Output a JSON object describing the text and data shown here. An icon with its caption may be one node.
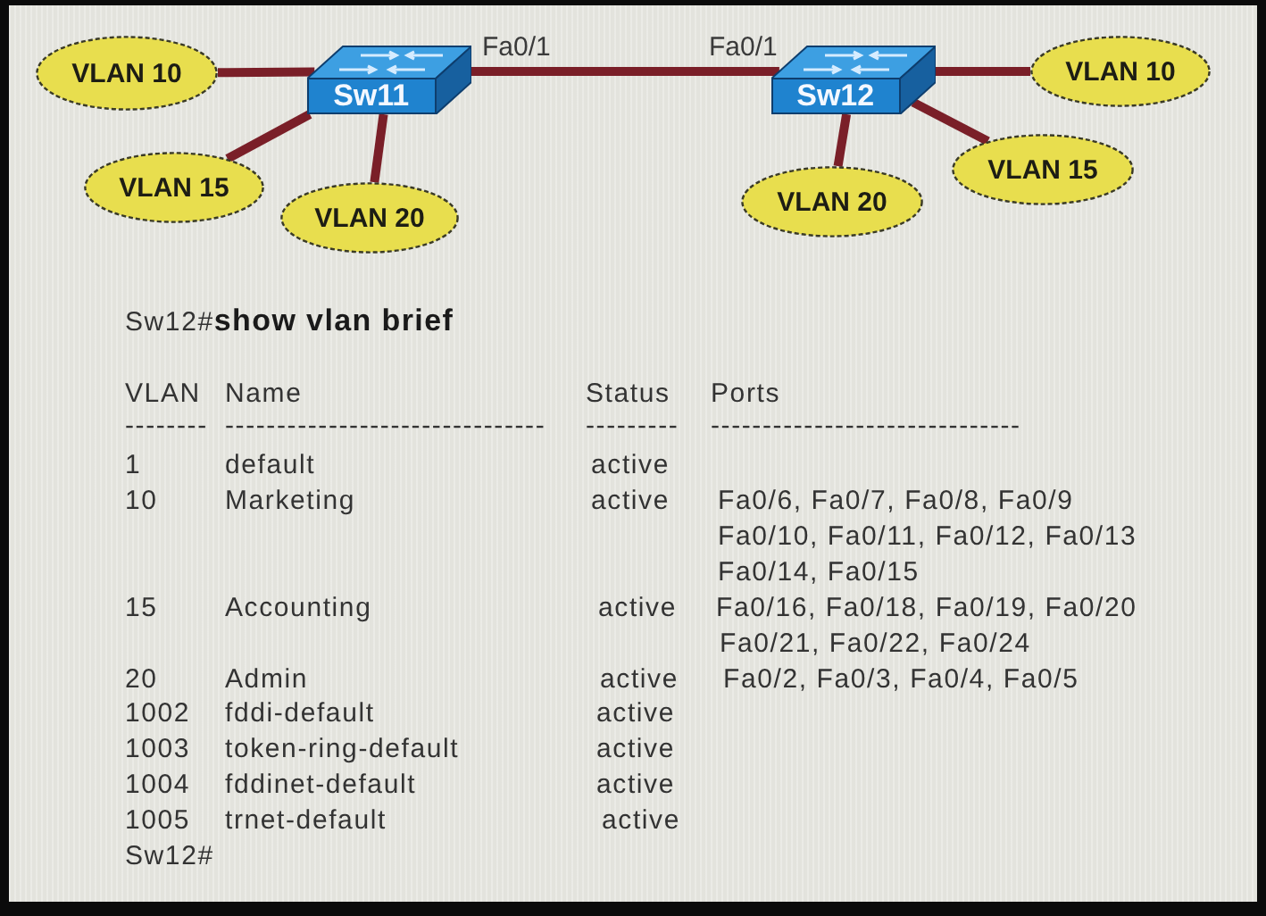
{
  "diagram": {
    "nodes": [
      {
        "text": [
          "VLAN 10"
        ]
      },
      {
        "text": [
          "Sw11"
        ],
        "beside": [
          "Fa0/1"
        ]
      },
      {
        "text": [
          "VLAN 15"
        ]
      },
      {
        "text": [
          "VLAN 20"
        ]
      },
      {
        "text": [
          "Sw12"
        ],
        "beside": [
          "Fa0/1"
        ]
      },
      {
        "text": [
          "VLAN 10"
        ]
      },
      {
        "text": [
          "VLAN 20"
        ]
      },
      {
        "text": [
          "VLAN 15"
        ]
      }
    ],
    "edges": [
      {
        "from": 0,
        "to": 1,
        "arrow": "none"
      },
      {
        "from": 1,
        "to": 2,
        "arrow": "none"
      },
      {
        "from": 1,
        "to": 3,
        "arrow": "none"
      },
      {
        "from": 1,
        "to": 4,
        "arrow": "none"
      },
      {
        "from": 4,
        "to": 5,
        "arrow": "none"
      },
      {
        "from": 4,
        "to": 6,
        "arrow": "none"
      },
      {
        "from": 4,
        "to": 7,
        "arrow": "none"
      }
    ],
    "labels": [
      "Sw12#**show vlan brief**",
      "VLAN",
      "Name",
      "Status",
      "Ports",
      "--------",
      "-------------------------------",
      "---------",
      "------------------------------",
      "1",
      "default",
      "active",
      "10",
      "Marketing",
      "active",
      "Fa0/6, Fa0/7, Fa0/8, Fa0/9",
      "Fa0/10, Fa0/11, Fa0/12, Fa0/13",
      "Fa0/14, Fa0/15",
      "15",
      "Accounting",
      "active",
      "Fa0/16, Fa0/18, Fa0/19, Fa0/20",
      "Fa0/21, Fa0/22, Fa0/24",
      "20",
      "Admin",
      "active",
      "Fa0/2, Fa0/3, Fa0/4, Fa0/5",
      "1002",
      "fddi-default",
      "active",
      "1003",
      "token-ring-default",
      "active",
      "1004",
      "fddinet-default",
      "active",
      "1005",
      "trnet-default",
      "active",
      "Sw12#"
    ]
  }
}
